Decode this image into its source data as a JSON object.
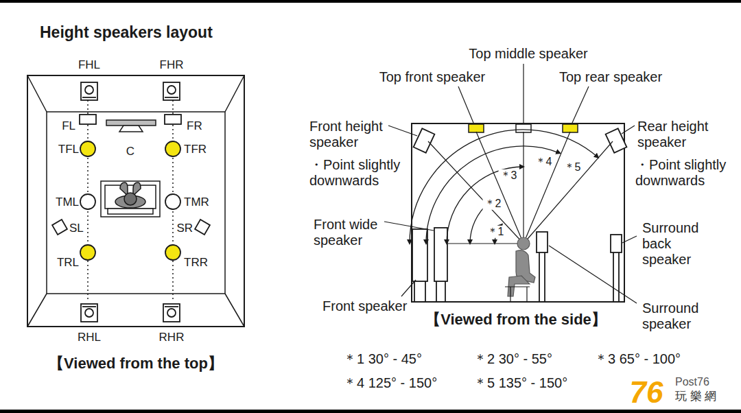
{
  "diagram": {
    "title": "Height speakers layout",
    "labels": [
      "FHL",
      "FHR",
      "FL",
      "FR",
      "TFL",
      "C",
      "TFR",
      "TML",
      "TMR",
      "SL",
      "SR",
      "TRL",
      "TRR",
      "RHL",
      "RHR",
      "【Viewed from the top】",
      "Top middle speaker",
      "Top front speaker",
      "Top rear speaker",
      "Front height speaker",
      "・Point slightly downwards",
      "Rear height speaker",
      "・Point slightly downwards",
      "Front wide speaker",
      "Surround back speaker",
      "Front speaker",
      "【Viewed from the side】",
      "Surround speaker",
      "＊1",
      "＊2",
      "＊3",
      "＊4",
      "＊5",
      "＊1 30° - 45°",
      "＊2 30° - 55°",
      "＊3 65° - 100°",
      "＊4 125° - 150°",
      "＊5 135° - 150°",
      "76",
      "Post76",
      "玩 樂 網"
    ]
  }
}
